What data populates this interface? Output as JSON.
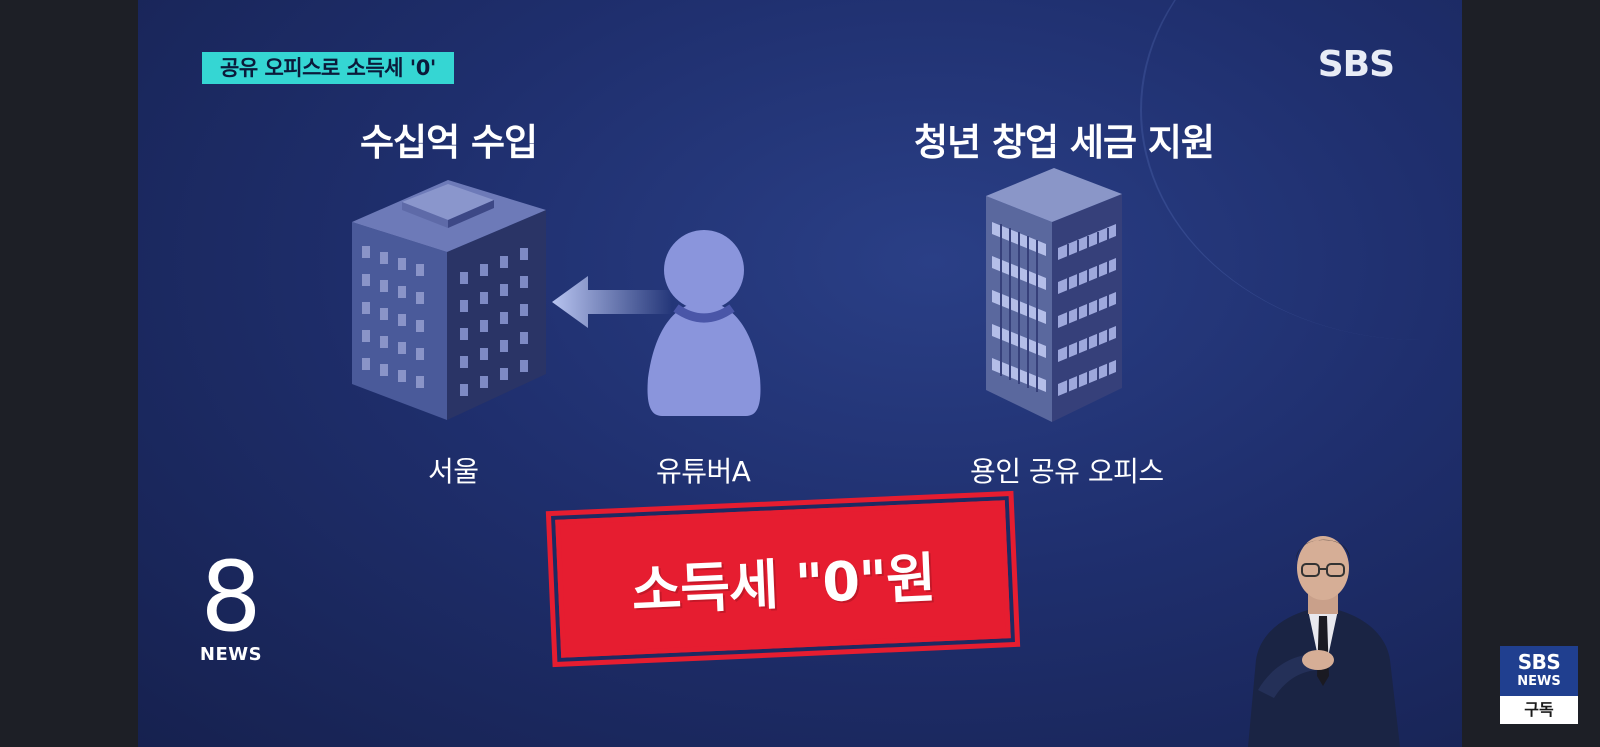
{
  "topic_tag": "공유 오피스로 소득세 '0'",
  "broadcaster_logo": "SBS",
  "headings": {
    "left": "수십억 수입",
    "right": "청년 창업 세금 지원"
  },
  "captions": {
    "seoul": "서울",
    "youtuber": "유튜버A",
    "office": "용인 공유 오피스"
  },
  "stamp_text": "소득세 \"0\"원",
  "program_logo": {
    "number": "8",
    "label": "NEWS"
  },
  "subscribe_badge": {
    "line1": "SBS",
    "line2": "NEWS",
    "button": "구독"
  },
  "icons": [
    "building-seoul-icon",
    "person-icon",
    "arrow-left-icon",
    "building-office-icon"
  ],
  "colors": {
    "tag_bg": "#35d6d3",
    "stamp_red": "#e61d30",
    "background": "#1f2f6e"
  }
}
